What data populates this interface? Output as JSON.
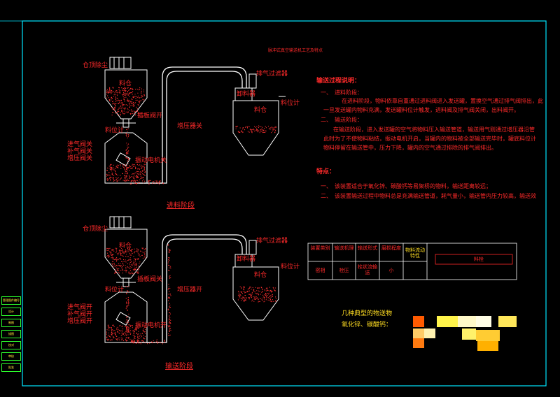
{
  "drawing": {
    "title": "脉冲式真空输送机工艺及特点",
    "frame_color": "#00e5ff",
    "pipe_color": "#ffffff",
    "label_color": "#ff2a2a",
    "accent_color": "#ffdd22"
  },
  "stage1": {
    "caption": "进料阶段",
    "labels": {
      "bin_filter": "仓顶除尘",
      "bin": "料仓",
      "slide_valve": "插板阀开",
      "level_gauge": "料位计",
      "inlet_valve": "进气阀关",
      "make_up_valve": "补气阀关",
      "boost_valve": "增压阀关",
      "vibrator": "振动电机关",
      "boost_pipe": "增压器关",
      "exhaust_filter": "排气过滤器",
      "receiver": "卸料器",
      "silo": "料仓",
      "silo_level": "料位计"
    }
  },
  "stage2": {
    "caption": "输送阶段",
    "labels": {
      "bin_filter": "仓顶除尘",
      "bin": "料仓",
      "slide_valve": "插板阀关",
      "level_gauge": "料位计",
      "inlet_valve": "进气阀开",
      "make_up_valve": "补气阀开",
      "boost_valve": "增压阀开",
      "vibrator": "振动电机开",
      "boost_pipe": "增压器开",
      "exhaust_filter": "排气过滤器",
      "receiver": "卸料器",
      "silo": "料仓",
      "silo_level": "料位计"
    }
  },
  "description": {
    "heading": "输送过程说明：",
    "step1_title": "一、　进料阶段：",
    "step1_text1": "在进料阶段，物料依靠自重通过进料阀进入发送罐，置换空气通过排气阀排出，此",
    "step1_text2": "一旦发送罐内物料充满，发送罐料位计触发，进料阀及排气阀关闭，出料阀开。",
    "step2_title": "二、　输送阶段：",
    "step2_text1": "在输送阶段，进入发送罐的空气将物料压入输送管道，输送用气则通过增压器沿管",
    "step2_text2": "此时为了不使物料粘结，振动电机开启，当罐内的物料被全部输送完毕时，罐底料位计",
    "step2_text3": "物料停留在输送管中，压力下降，罐内的空气通过排除的排气阀排出。",
    "features_heading": "特点：",
    "feature1": "一、　该装置适合于氧化锌、碳酸钙等易架桥的物料，输送距离较远；",
    "feature2": "二、　该装置输送过程中物料总是充满输送管道，耗气量小，输送管内压力较高，输送效"
  },
  "table": {
    "headers": [
      "装置类别",
      "输送机理",
      "输送形式",
      "磨损程度",
      "物料流动特性"
    ],
    "row": [
      "密相",
      "栓压",
      "栓状流输送",
      "小"
    ],
    "plug_label": "料栓"
  },
  "materials": {
    "heading": "几种典型的物送物",
    "subtitle": "氧化锌、碳酸钙："
  },
  "left_panel": {
    "items": [
      "管理图件编号",
      "设计",
      "制图",
      "描图",
      "校对",
      "审核",
      "批准"
    ]
  }
}
